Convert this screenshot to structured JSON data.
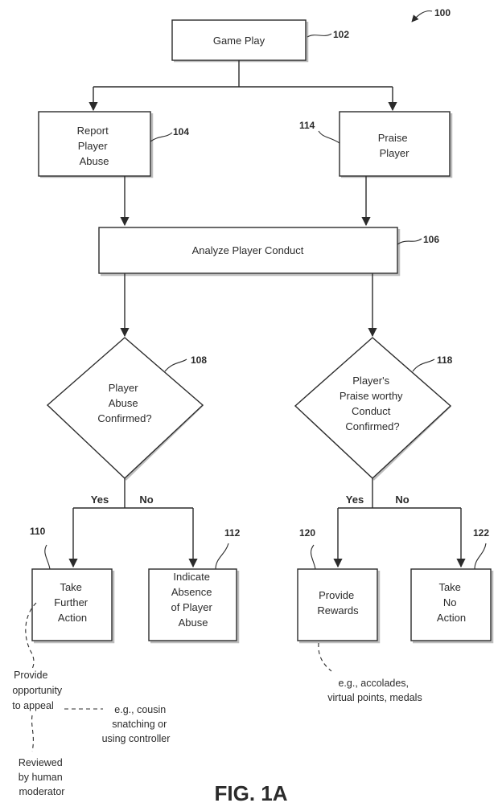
{
  "figure": {
    "ref": "100",
    "caption": "FIG. 1A"
  },
  "nodes": {
    "game_play": {
      "lines": [
        "Game Play"
      ],
      "ref": "102"
    },
    "report_abuse": {
      "lines": [
        "Report",
        "Player",
        "Abuse"
      ],
      "ref": "104"
    },
    "praise_player": {
      "lines": [
        "Praise",
        "Player"
      ],
      "ref": "114"
    },
    "analyze_conduct": {
      "lines": [
        "Analyze Player Conduct"
      ],
      "ref": "106"
    },
    "abuse_confirmed": {
      "lines": [
        "Player",
        "Abuse",
        "Confirmed?"
      ],
      "ref": "108"
    },
    "praise_confirmed": {
      "lines": [
        "Player's",
        "Praise worthy",
        "Conduct",
        "Confirmed?"
      ],
      "ref": "118"
    },
    "take_further_action": {
      "lines": [
        "Take",
        "Further",
        "Action"
      ],
      "ref": "110"
    },
    "indicate_absence": {
      "lines": [
        "Indicate",
        "Absence",
        "of Player",
        "Abuse"
      ],
      "ref": "112"
    },
    "provide_rewards": {
      "lines": [
        "Provide",
        "Rewards"
      ],
      "ref": "120"
    },
    "take_no_action": {
      "lines": [
        "Take",
        "No",
        "Action"
      ],
      "ref": "122"
    }
  },
  "edge_labels": {
    "abuse_yes": "Yes",
    "abuse_no": "No",
    "praise_yes": "Yes",
    "praise_no": "No"
  },
  "notes": {
    "appeal": [
      "Provide",
      "opportunity",
      "to appeal"
    ],
    "appeal_example": [
      "e.g., cousin",
      "snatching or",
      "using controller"
    ],
    "human_review": [
      "Reviewed",
      "by human",
      "moderator"
    ],
    "rewards_example": [
      "e.g., accolades,",
      "virtual points, medals"
    ]
  }
}
